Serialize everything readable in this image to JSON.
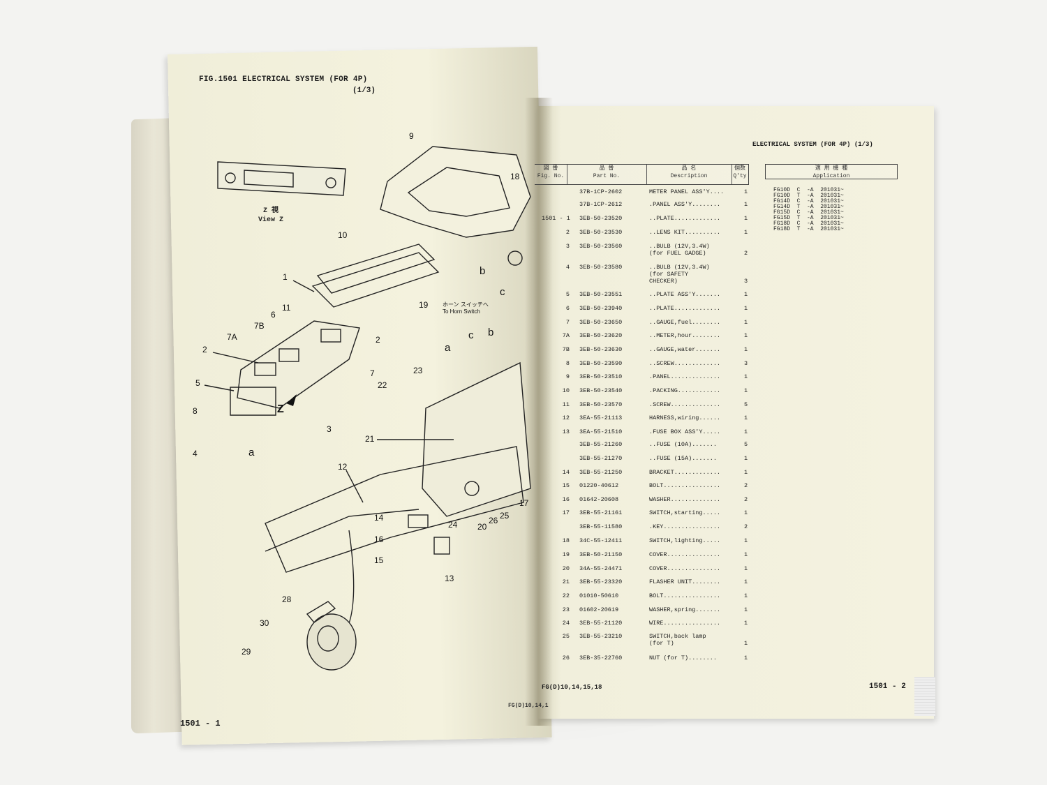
{
  "left_page": {
    "figure_title": "FIG.1501  ELECTRICAL SYSTEM (FOR 4P)",
    "figure_subtitle": "(1/3)",
    "view_label_jp": "Z 視",
    "view_label_en": "View  Z",
    "horn_label_jp": "ホーン スイッチへ",
    "horn_label_en": "To Horn Switch",
    "page_number": "1501 - 1",
    "model_footer": "FG(D)10,14,1",
    "callouts": [
      "9",
      "18",
      "10",
      "1",
      "19",
      "11",
      "6",
      "7B",
      "7A",
      "2",
      "2",
      "7",
      "5",
      "8",
      "3",
      "4",
      "a",
      "Z",
      "a",
      "c",
      "b",
      "23",
      "22",
      "21",
      "12",
      "14",
      "16",
      "15",
      "13",
      "24",
      "20",
      "26",
      "25",
      "17",
      "28",
      "30",
      "29",
      "b",
      "c"
    ]
  },
  "right_page": {
    "header": "ELECTRICAL SYSTEM (FOR 4P) (1/3)",
    "columns": {
      "fig_no": "図 番\nFig. No.",
      "part_no_jp": "品 番",
      "part_no_en": "Part No.",
      "desc_jp": "品 名",
      "desc_en": "Description",
      "qty_jp": "個数",
      "qty_en": "Q'ty",
      "app_jp": "適 用 機 種",
      "app_en": "Application"
    },
    "parts": [
      {
        "no": "",
        "part": "37B-1CP-2602",
        "desc": "METER PANEL ASS'Y....",
        "qty": "1"
      },
      {
        "no": "",
        "part": "37B-1CP-2612",
        "desc": ".PANEL ASS'Y........",
        "qty": "1"
      },
      {
        "no": "1501 - 1",
        "part": "3EB-50-23520",
        "desc": "..PLATE.............",
        "qty": "1"
      },
      {
        "no": "2",
        "part": "3EB-50-23530",
        "desc": "..LENS KIT..........",
        "qty": "1"
      },
      {
        "no": "3",
        "part": "3EB-50-23560",
        "desc": "..BULB (12V,3.4W)",
        "qty": ""
      },
      {
        "no": "",
        "part": "",
        "desc": "   (for FUEL GADGE)",
        "qty": "2"
      },
      {
        "no": "4",
        "part": "3EB-50-23580",
        "desc": "..BULB (12V,3.4W)",
        "qty": ""
      },
      {
        "no": "",
        "part": "",
        "desc": "  (for SAFETY",
        "qty": ""
      },
      {
        "no": "",
        "part": "",
        "desc": "         CHECKER)",
        "qty": "3"
      },
      {
        "no": "5",
        "part": "3EB-50-23551",
        "desc": "..PLATE ASS'Y.......",
        "qty": "1"
      },
      {
        "no": "6",
        "part": "3EB-50-23940",
        "desc": "..PLATE.............",
        "qty": "1"
      },
      {
        "no": "7",
        "part": "3EB-50-23650",
        "desc": "..GAUGE,fuel........",
        "qty": "1"
      },
      {
        "no": "7A",
        "part": "3EB-50-23620",
        "desc": "..METER,hour........",
        "qty": "1"
      },
      {
        "no": "7B",
        "part": "3EB-50-23630",
        "desc": "..GAUGE,water.......",
        "qty": "1"
      },
      {
        "no": "8",
        "part": "3EB-50-23590",
        "desc": "..SCREW.............",
        "qty": "3"
      },
      {
        "no": "9",
        "part": "3EB-50-23510",
        "desc": ".PANEL..............",
        "qty": "1"
      },
      {
        "no": "10",
        "part": "3EB-50-23540",
        "desc": ".PACKING............",
        "qty": "1"
      },
      {
        "no": "11",
        "part": "3EB-50-23570",
        "desc": ".SCREW..............",
        "qty": "5"
      },
      {
        "no": "12",
        "part": "3EA-55-21113",
        "desc": "HARNESS,wiring......",
        "qty": "1"
      },
      {
        "no": "13",
        "part": "3EA-55-21510",
        "desc": ".FUSE BOX ASS'Y.....",
        "qty": "1"
      },
      {
        "no": "",
        "part": "3EB-55-21260",
        "desc": "..FUSE (10A).......",
        "qty": "5"
      },
      {
        "no": "",
        "part": "3EB-55-21270",
        "desc": "..FUSE (15A).......",
        "qty": "1"
      },
      {
        "no": "14",
        "part": "3EB-55-21250",
        "desc": "BRACKET.............",
        "qty": "1"
      },
      {
        "no": "15",
        "part": "01220-40612",
        "desc": "BOLT................",
        "qty": "2"
      },
      {
        "no": "16",
        "part": "01642-20608",
        "desc": "WASHER..............",
        "qty": "2"
      },
      {
        "no": "17",
        "part": "3EB-55-21161",
        "desc": "SWITCH,starting.....",
        "qty": "1"
      },
      {
        "no": "",
        "part": "3EB-55-11580",
        "desc": ".KEY................",
        "qty": "2"
      },
      {
        "no": "18",
        "part": "34C-55-12411",
        "desc": "SWITCH,lighting.....",
        "qty": "1"
      },
      {
        "no": "19",
        "part": "3EB-50-21150",
        "desc": "COVER...............",
        "qty": "1"
      },
      {
        "no": "20",
        "part": "34A-55-24471",
        "desc": "COVER...............",
        "qty": "1"
      },
      {
        "no": "21",
        "part": "3EB-55-23320",
        "desc": "FLASHER UNIT........",
        "qty": "1"
      },
      {
        "no": "22",
        "part": "01010-50610",
        "desc": "BOLT................",
        "qty": "1"
      },
      {
        "no": "23",
        "part": "01602-20619",
        "desc": "WASHER,spring.......",
        "qty": "1"
      },
      {
        "no": "24",
        "part": "3EB-55-21120",
        "desc": "WIRE................",
        "qty": "1"
      },
      {
        "no": "25",
        "part": "3EB-55-23210",
        "desc": "SWITCH,back lamp",
        "qty": ""
      },
      {
        "no": "",
        "part": "",
        "desc": "           (for T)",
        "qty": "1"
      },
      {
        "no": "26",
        "part": "3EB-35-22760",
        "desc": "NUT (for T)........",
        "qty": "1"
      }
    ],
    "application": [
      "FG10D  C  -A  201031~",
      "FG10D  T  -A  201031~",
      "FG14D  C  -A  201031~",
      "FG14D  T  -A  201031~",
      "FG15D  C  -A  201031~",
      "FG15D  T  -A  201031~",
      "FG18D  C  -A  201031~",
      "FG18D  T  -A  201031~"
    ],
    "model_footer": "FG(D)10,14,15,18",
    "page_number": "1501 - 2"
  }
}
